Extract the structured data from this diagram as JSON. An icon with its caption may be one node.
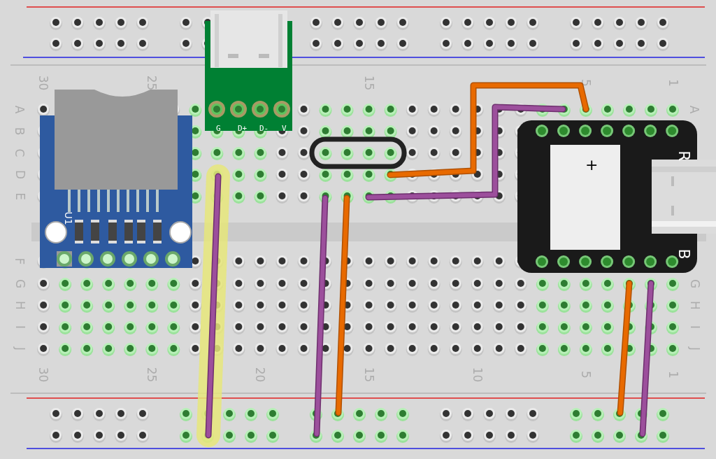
{
  "diagram": {
    "nodes": [
      {
        "text": [
          "U1"
        ]
      },
      {
        "text": [
          "G",
          "D+",
          "D-",
          "V"
        ]
      },
      {
        "text": [
          "+",
          "R",
          "B"
        ]
      }
    ],
    "labels": [
      "30",
      "25",
      "15",
      "5",
      "1",
      "A",
      "A",
      "B",
      "C",
      "D",
      "E",
      "F",
      "G",
      "G",
      "H",
      "H",
      "I",
      "I",
      "J",
      "J",
      "30",
      "25",
      "20",
      "15",
      "10",
      "5",
      "1"
    ]
  }
}
